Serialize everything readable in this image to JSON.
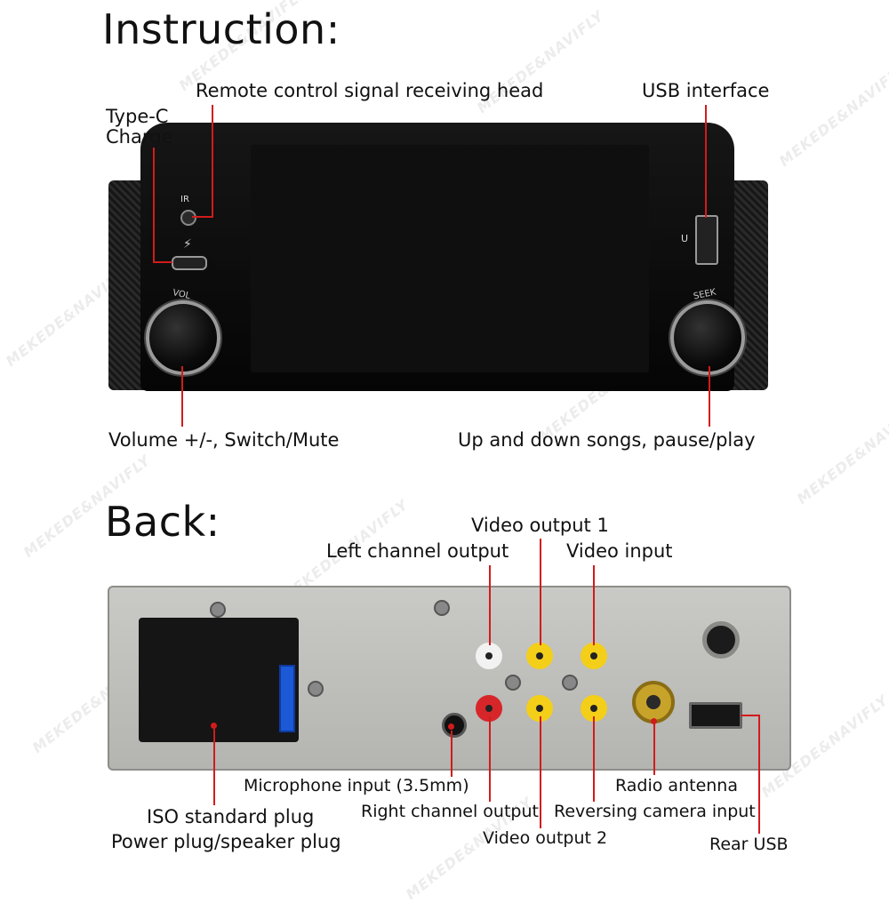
{
  "titles": {
    "front": "Instruction:",
    "back": "Back:"
  },
  "front_labels": {
    "remote": "Remote control signal receiving head",
    "usb": "USB interface",
    "typec_line1": "Type-C",
    "typec_line2": "Charge",
    "volume": "Volume +/-, Switch/Mute",
    "songs": "Up and down songs, pause/play"
  },
  "front_marks": {
    "ir": "IR",
    "u": "U",
    "vol": "VOL",
    "seek": "SEEK"
  },
  "back_labels": {
    "video_output_1": "Video output 1",
    "left_channel": "Left channel output",
    "video_input": "Video input",
    "microphone": "Microphone input (3.5mm)",
    "radio_antenna": "Radio antenna",
    "right_channel": "Right channel output",
    "reversing_camera": "Reversing camera input",
    "iso_line1": "ISO standard plug",
    "iso_line2": "Power plug/speaker plug",
    "video_output_2": "Video output 2",
    "rear_usb": "Rear USB"
  },
  "watermark": "MEKEDE&NAVIFLY",
  "colors": {
    "leader": "#d21b1b",
    "rca_red": "#d7262a",
    "rca_white": "#f2f2f2",
    "rca_yellow": "#f3cf19",
    "fuse": "#1b59d6",
    "antenna": "#c8a32a"
  }
}
